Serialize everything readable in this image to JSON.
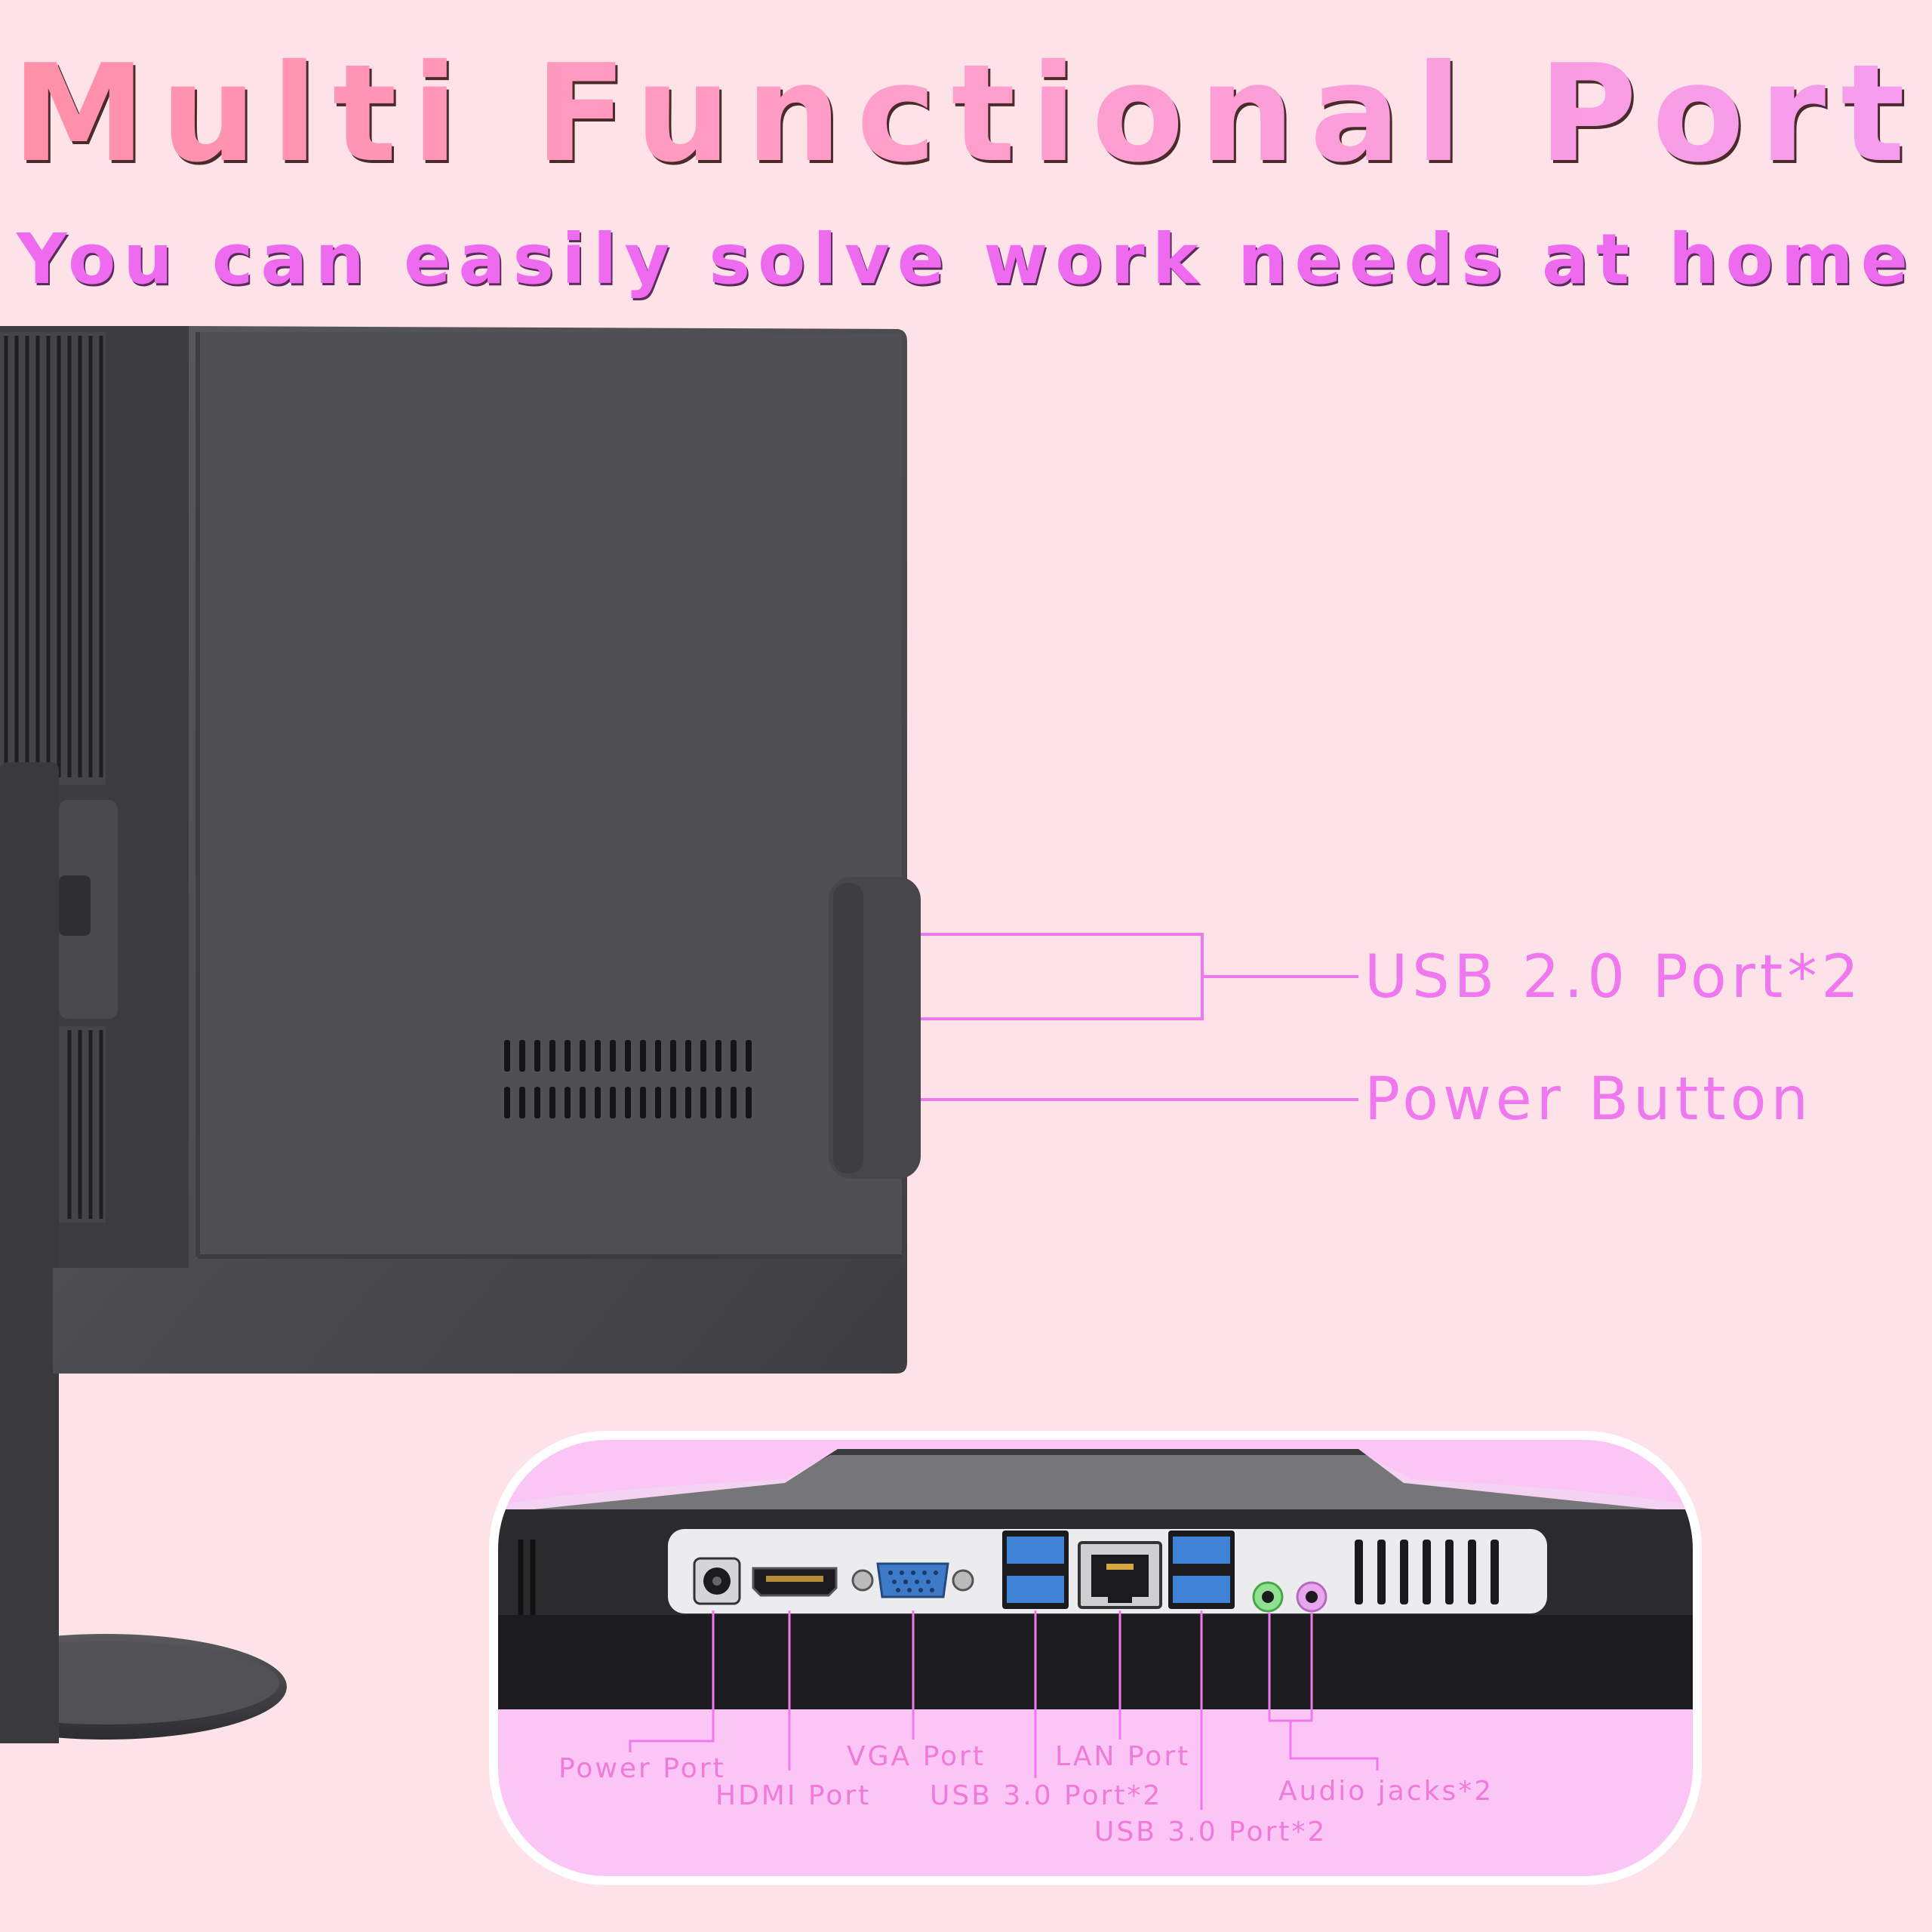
{
  "header": {
    "title": "Multi Functional Port",
    "subtitle": "You can easily solve work needs at home"
  },
  "side_callouts": {
    "usb2": "USB 2.0 Port*2",
    "power_button": "Power Button"
  },
  "port_callouts": {
    "power_port": "Power Port",
    "hdmi_port": "HDMI Port",
    "vga_port": "VGA Port",
    "usb3_port_a": "USB 3.0 Port*2",
    "lan_port": "LAN Port",
    "usb3_port_b": "USB 3.0 Port*2",
    "audio_jacks": "Audio jacks*2"
  },
  "colors": {
    "background": "#fde3e8",
    "accent": "#f078ee",
    "device": "#4f4f51",
    "panel": "#fbc6f5"
  }
}
